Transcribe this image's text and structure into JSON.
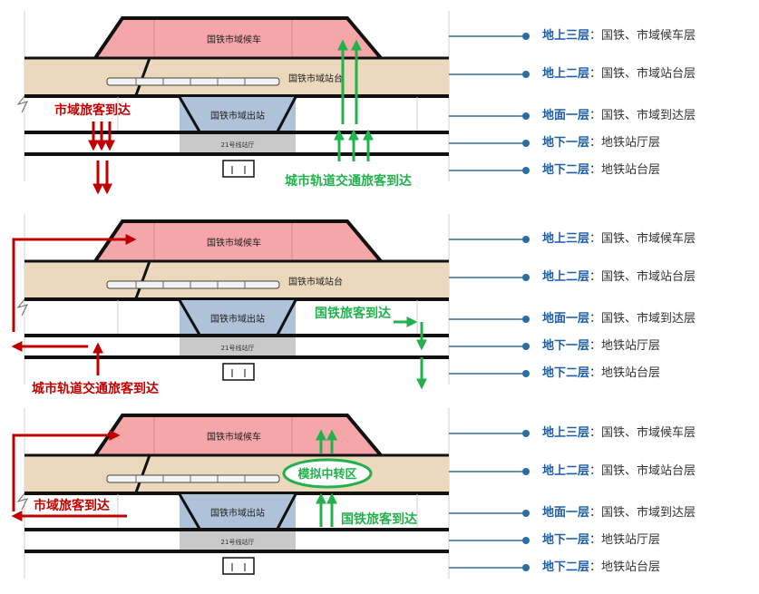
{
  "panels": [
    {
      "levels": [
        {
          "bold": "地上三层",
          "rest": "：国铁、市域候车层"
        },
        {
          "bold": "地上二层",
          "rest": "：国铁、市域站台层"
        },
        {
          "bold": "地面一层",
          "rest": "：国铁、市域到达层"
        },
        {
          "bold": "地下一层",
          "rest": "：地铁站厅层"
        },
        {
          "bold": "地下二层",
          "rest": "：地铁站台层"
        }
      ],
      "waiting_box": "国铁市域候车",
      "platform_box": "国铁市域站台",
      "exit_box": "国铁市域出站",
      "metro_hall": "21号线站厅",
      "red_label": "市域旅客到达",
      "green_label": "城市轨道交通旅客到达"
    },
    {
      "levels": [
        {
          "bold": "地上三层",
          "rest": "：国铁、市域候车层"
        },
        {
          "bold": "地上二层",
          "rest": "：国铁、市域站台层"
        },
        {
          "bold": "地面一层",
          "rest": "：国铁、市域到达层"
        },
        {
          "bold": "地下一层",
          "rest": "：地铁站厅层"
        },
        {
          "bold": "地下二层",
          "rest": "：地铁站台层"
        }
      ],
      "waiting_box": "国铁市域候车",
      "platform_box": "国铁市域站台",
      "exit_box": "国铁市域出站",
      "metro_hall": "21号线站厅",
      "green_label": "国铁旅客到达",
      "red_label": "城市轨道交通旅客到达"
    },
    {
      "levels": [
        {
          "bold": "地上三层",
          "rest": "：国铁、市域候车层"
        },
        {
          "bold": "地上二层",
          "rest": "：国铁、市域站台层"
        },
        {
          "bold": "地面一层",
          "rest": "：国铁、市域到达层"
        },
        {
          "bold": "地下一层",
          "rest": "：地铁站厅层"
        },
        {
          "bold": "地下二层",
          "rest": "：地铁站台层"
        }
      ],
      "waiting_box": "国铁市域候车",
      "platform_box": "国铁市域站台",
      "exit_box": "国铁市域出站",
      "metro_hall": "21号线站厅",
      "oval_label": "模拟中转区",
      "red_label": "市域旅客到达",
      "green_label": "国铁旅客到达"
    }
  ],
  "colors": {
    "pink": "#f4a6a8",
    "beige": "#ecd8bd",
    "blue_box": "#aec2d9",
    "gray_box": "#c9c9c9",
    "red": "#c00000",
    "green": "#22b14c",
    "connector": "#2e6da4"
  }
}
